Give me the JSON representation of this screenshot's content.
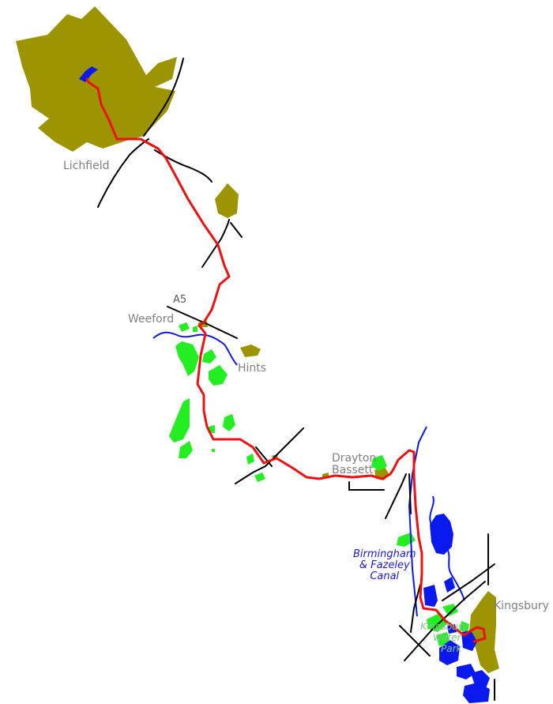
{
  "labels": {
    "lichfield": "Lichfield",
    "a5": "A5",
    "weeford": "Weeford",
    "hints": "Hints",
    "drayton_line1": "Drayton",
    "drayton_line2": "Bassett",
    "canal_line1": "Birmingham",
    "canal_line2": "& Fazeley",
    "canal_line3": "Canal",
    "kingsbury": "Kingsbury",
    "park_line1": "Kingsbury",
    "park_line2": "Water",
    "park_line3": "Park"
  },
  "colors": {
    "settlement": "#9c9400",
    "woodland": "#22ee22",
    "water": "#0a1aee",
    "route": "#ee1111",
    "road": "#000000",
    "label": "#808080"
  }
}
